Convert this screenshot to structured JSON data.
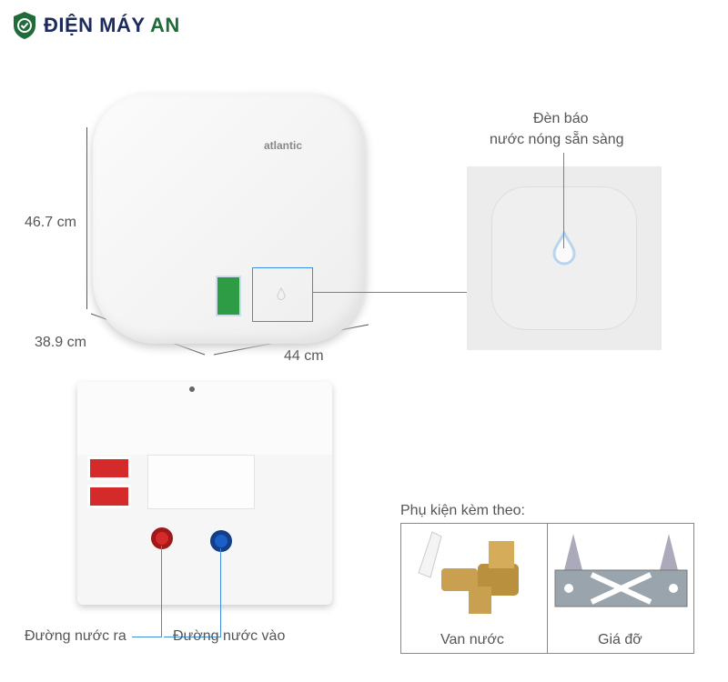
{
  "brand": {
    "name_main": "ĐIỆN MÁY",
    "name_accent": "AN",
    "color_main": "#1d2a5c",
    "color_accent": "#1f6b3a"
  },
  "product": {
    "logo_text": "atlantic"
  },
  "dimensions": {
    "height": "46.7 cm",
    "depth": "38.9 cm",
    "width": "44 cm"
  },
  "callouts": {
    "indicator_line1": "Đèn báo",
    "indicator_line2": "nước nóng sẵn sàng",
    "outlet": "Đường nước ra",
    "inlet": "Đường nước vào"
  },
  "accessories": {
    "title": "Phụ kiện kèm theo:",
    "items": [
      {
        "label": "Van nước"
      },
      {
        "label": "Giá đỡ"
      }
    ]
  },
  "colors": {
    "accent_line": "#3b8ee0",
    "hot": "#d42a2a",
    "cold": "#1d5fc8"
  }
}
